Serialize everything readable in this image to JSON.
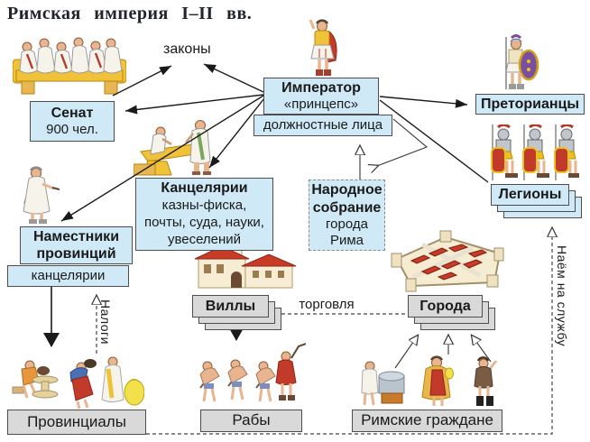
{
  "title": "Римская империя I–II вв.",
  "labels": {
    "laws": "законы",
    "taxes": "Налоги",
    "trade": "торговля",
    "hire": "Наём на службу"
  },
  "nodes": {
    "senate": {
      "title": "Сенат",
      "subtitle": "900 чел."
    },
    "emperor": {
      "title": "Император",
      "subtitle": "«принцепс»"
    },
    "officials": {
      "label": "должностные лица"
    },
    "praetorians": {
      "label": "Преторианцы"
    },
    "legions": {
      "label": "Легионы"
    },
    "chancelleries": {
      "title": "Канцелярии",
      "details": "казны-фиска, почты, суда, науки, увеселений"
    },
    "assembly": {
      "title": "Народное собрание",
      "subtitle": "города Рима"
    },
    "governors": {
      "title": "Наместники провинций",
      "subtitle": "канцелярии"
    },
    "villas": {
      "label": "Виллы"
    },
    "cities": {
      "label": "Города"
    },
    "provincials": {
      "label": "Провинциалы"
    },
    "slaves": {
      "label": "Рабы"
    },
    "citizens": {
      "label": "Римские граждане"
    }
  },
  "colors": {
    "node_blue": "#cfe9f7",
    "node_gray": "#d9d9d9",
    "node_border": "#4d4d4d",
    "arrow": "#1a1a1a",
    "roof_red": "#c73b27",
    "bench_yellow": "#f0c23a"
  },
  "illustrations": [
    "senate-session-icon",
    "imperial-scribes-icon",
    "emperor-figure-icon",
    "praetorian-guard-icon",
    "legion-soldiers-icon",
    "provincial-governor-icon",
    "roman-villa-icon",
    "walled-city-icon",
    "provincial-craftsmen-icon",
    "slave-laborers-icon",
    "roman-citizens-icon"
  ]
}
